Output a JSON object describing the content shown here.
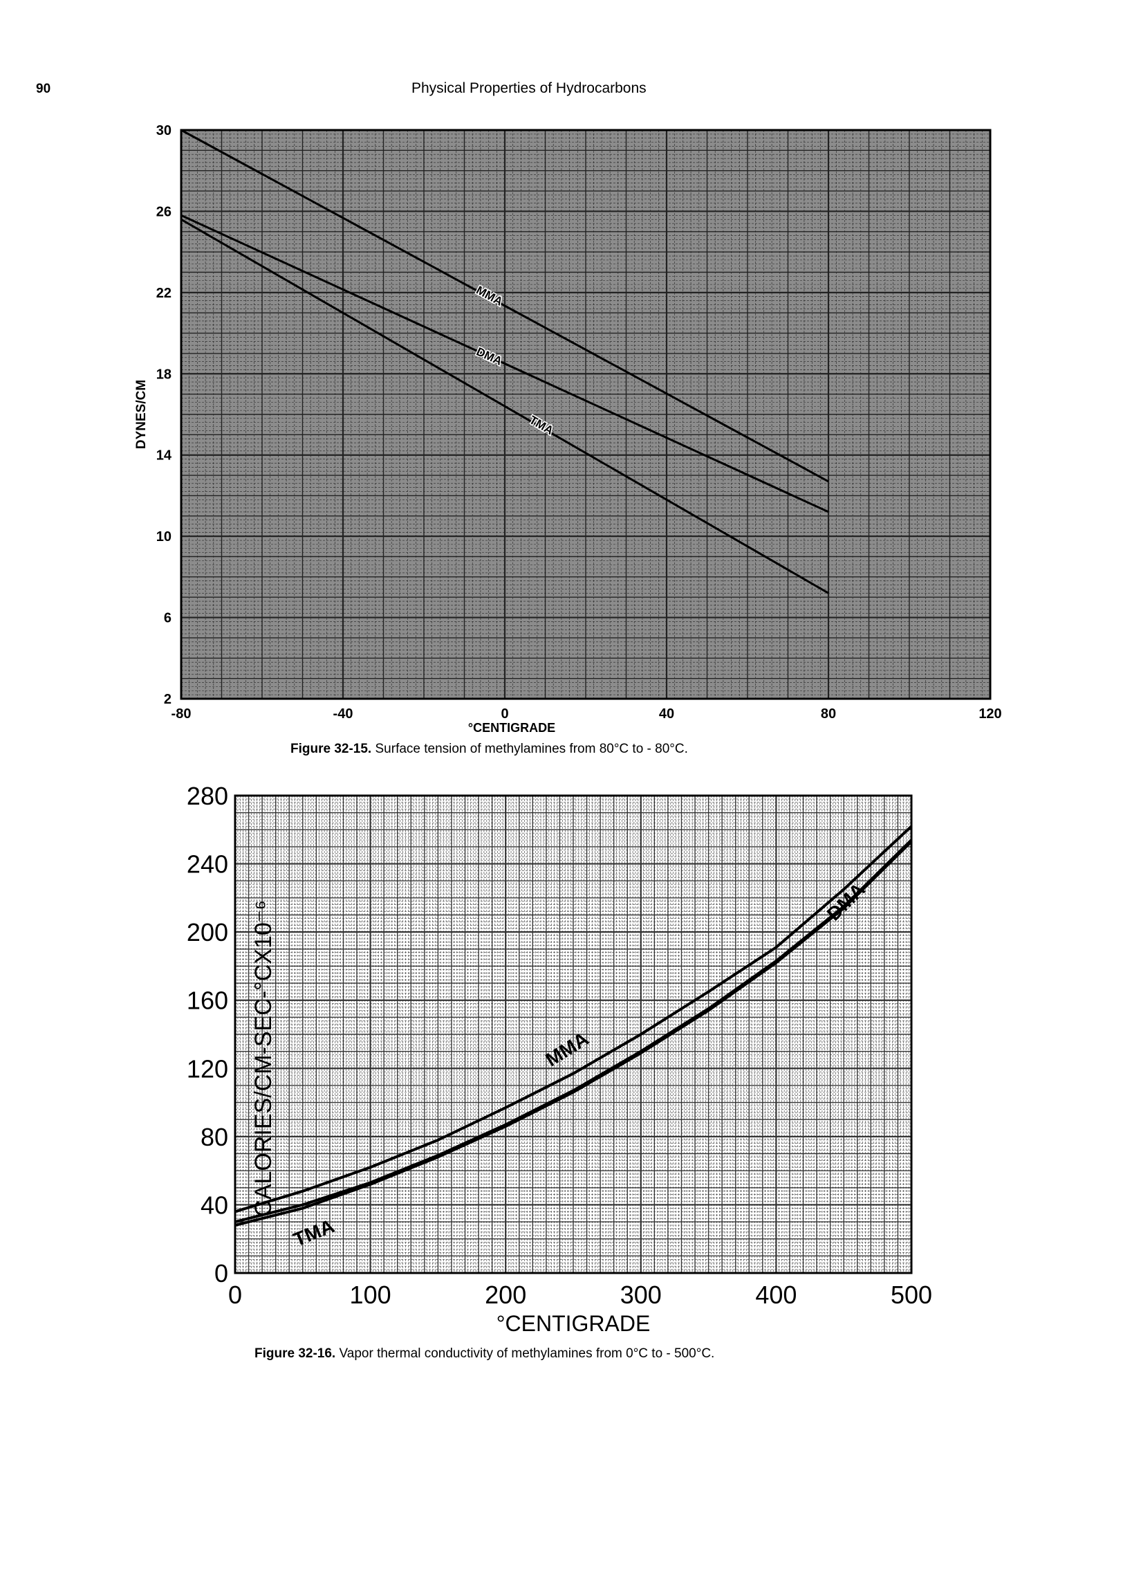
{
  "header": {
    "page_number": "90",
    "title": "Physical Properties of Hydrocarbons"
  },
  "colors": {
    "grid_bg_fig1": "#8c8c8c",
    "grid_line": "#1a1a1a",
    "ink": "#000000"
  },
  "figures": [
    {
      "caption_label": "Figure 32-15.",
      "caption_text": "Surface tension of methylamines from   80°C to  - 80°C."
    },
    {
      "caption_label": "Figure 32-16.",
      "caption_text": "Vapor thermal conductivity of methylamines from 0°C to  - 500°C."
    }
  ],
  "chart_data": [
    {
      "type": "line",
      "xlabel": "°CENTIGRADE",
      "ylabel": "DYNES/CM",
      "xlim": [
        -80,
        120
      ],
      "ylim": [
        2,
        30
      ],
      "x_ticks": [
        "-80",
        "-40",
        "0",
        "40",
        "80",
        "120"
      ],
      "y_ticks": [
        "2",
        "6",
        "10",
        "14",
        "18",
        "22",
        "26",
        "30"
      ],
      "grid": true,
      "series": [
        {
          "name": "MMA",
          "x": [
            -80,
            80
          ],
          "y": [
            30.0,
            12.7
          ]
        },
        {
          "name": "DMA",
          "x": [
            -80,
            80
          ],
          "y": [
            25.8,
            11.2
          ]
        },
        {
          "name": "TMA",
          "x": [
            -80,
            80
          ],
          "y": [
            25.6,
            7.2
          ]
        }
      ]
    },
    {
      "type": "line",
      "xlabel": "°CENTIGRADE",
      "ylabel": "CALORIES/CM-SEC-°CX10⁻⁶",
      "xlim": [
        0,
        500
      ],
      "ylim": [
        0,
        280
      ],
      "x_ticks": [
        "0",
        "100",
        "200",
        "300",
        "400",
        "500"
      ],
      "y_ticks": [
        "0",
        "40",
        "80",
        "120",
        "160",
        "200",
        "240",
        "280"
      ],
      "grid": true,
      "series": [
        {
          "name": "MMA",
          "x": [
            0,
            50,
            100,
            150,
            200,
            250,
            300,
            350,
            400,
            450,
            500
          ],
          "y": [
            36,
            48,
            62,
            78,
            97,
            117,
            140,
            165,
            191,
            225,
            262
          ]
        },
        {
          "name": "DMA",
          "x": [
            0,
            50,
            100,
            150,
            200,
            250,
            300,
            350,
            400,
            450,
            500
          ],
          "y": [
            30,
            40,
            53,
            69,
            87,
            107,
            130,
            155,
            183,
            215,
            254
          ]
        },
        {
          "name": "TMA",
          "x": [
            0,
            50,
            100,
            150,
            200,
            250,
            300,
            350,
            400,
            450,
            500
          ],
          "y": [
            28,
            38,
            52,
            68,
            86,
            106,
            129,
            154,
            182,
            214,
            253
          ]
        }
      ]
    }
  ]
}
